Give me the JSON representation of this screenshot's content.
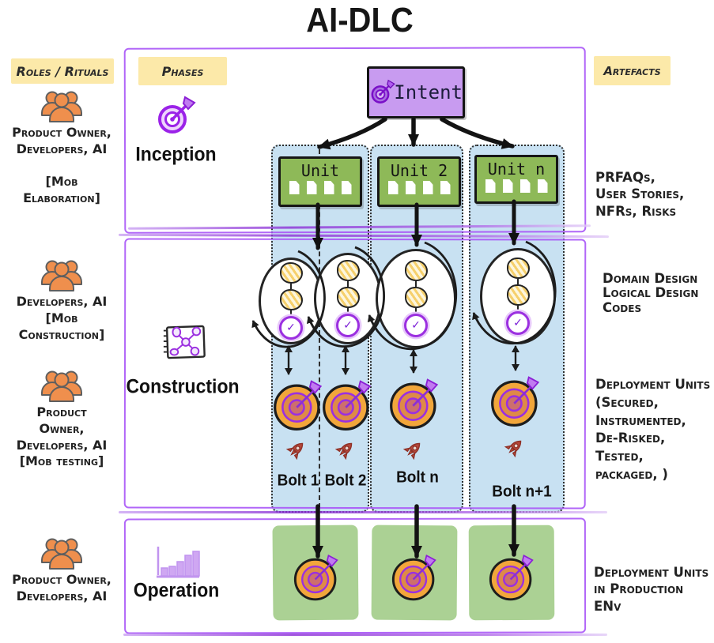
{
  "title": "AI-DLC",
  "headers": {
    "roles": "Roles / Rituals",
    "phases": "Phases",
    "artefacts": "Artefacts"
  },
  "roles": [
    {
      "icon": "people-group-icon",
      "text": "Product Owner,\nDevelopers, AI\n\n[Mob\nElaboration]"
    },
    {
      "icon": "people-group-icon",
      "text": "Developers, AI\n[Mob\nConstruction]"
    },
    {
      "icon": "people-group-icon",
      "text": "Product\nOwner,\nDevelopers, AI\n[Mob testing]"
    },
    {
      "icon": "people-group-icon",
      "text": "Product Owner,\nDevelopers, AI"
    }
  ],
  "phases": [
    {
      "label": "Inception",
      "icon": "target-dart-icon"
    },
    {
      "label": "Construction",
      "icon": "whiteboard-model-icon"
    },
    {
      "label": "Operation",
      "icon": "bar-chart-icon"
    }
  ],
  "intent": {
    "label": "Intent",
    "icon": "target-dart-icon"
  },
  "units": [
    {
      "label": "Unit"
    },
    {
      "label": "Unit 2"
    },
    {
      "label": "Unit n"
    }
  ],
  "bolts": [
    {
      "label": "Bolt 1"
    },
    {
      "label": "Bolt 2"
    },
    {
      "label": "Bolt n"
    },
    {
      "label": "Bolt n+1"
    }
  ],
  "artefacts": [
    {
      "text": "PRFAQs,\nUser Stories,\nNFRs, Risks"
    },
    {
      "text": "Domain Design\nLogical Design\nCodes"
    },
    {
      "text": "Deployment Units\n(Secured,\nInstrumented,\nDe-Risked,\nTested,\npackaged, )"
    },
    {
      "text": "Deployment Units\nin Production ENv"
    }
  ],
  "glyphs": {
    "check": "✓"
  },
  "colors": {
    "accent-purple": "#a855f7",
    "icon-purple": "#9b2fe0",
    "badge-yellow": "#fce9a9",
    "unit-green": "#8eb958",
    "column-blue": "#c8e1f2",
    "people-orange": "#ef8f4d",
    "target-orange": "#f2a63b",
    "intent-purple": "#c89bf0",
    "operation-green": "#abd194",
    "rocket-red": "#b5483b",
    "ink": "#1d1d1d"
  }
}
